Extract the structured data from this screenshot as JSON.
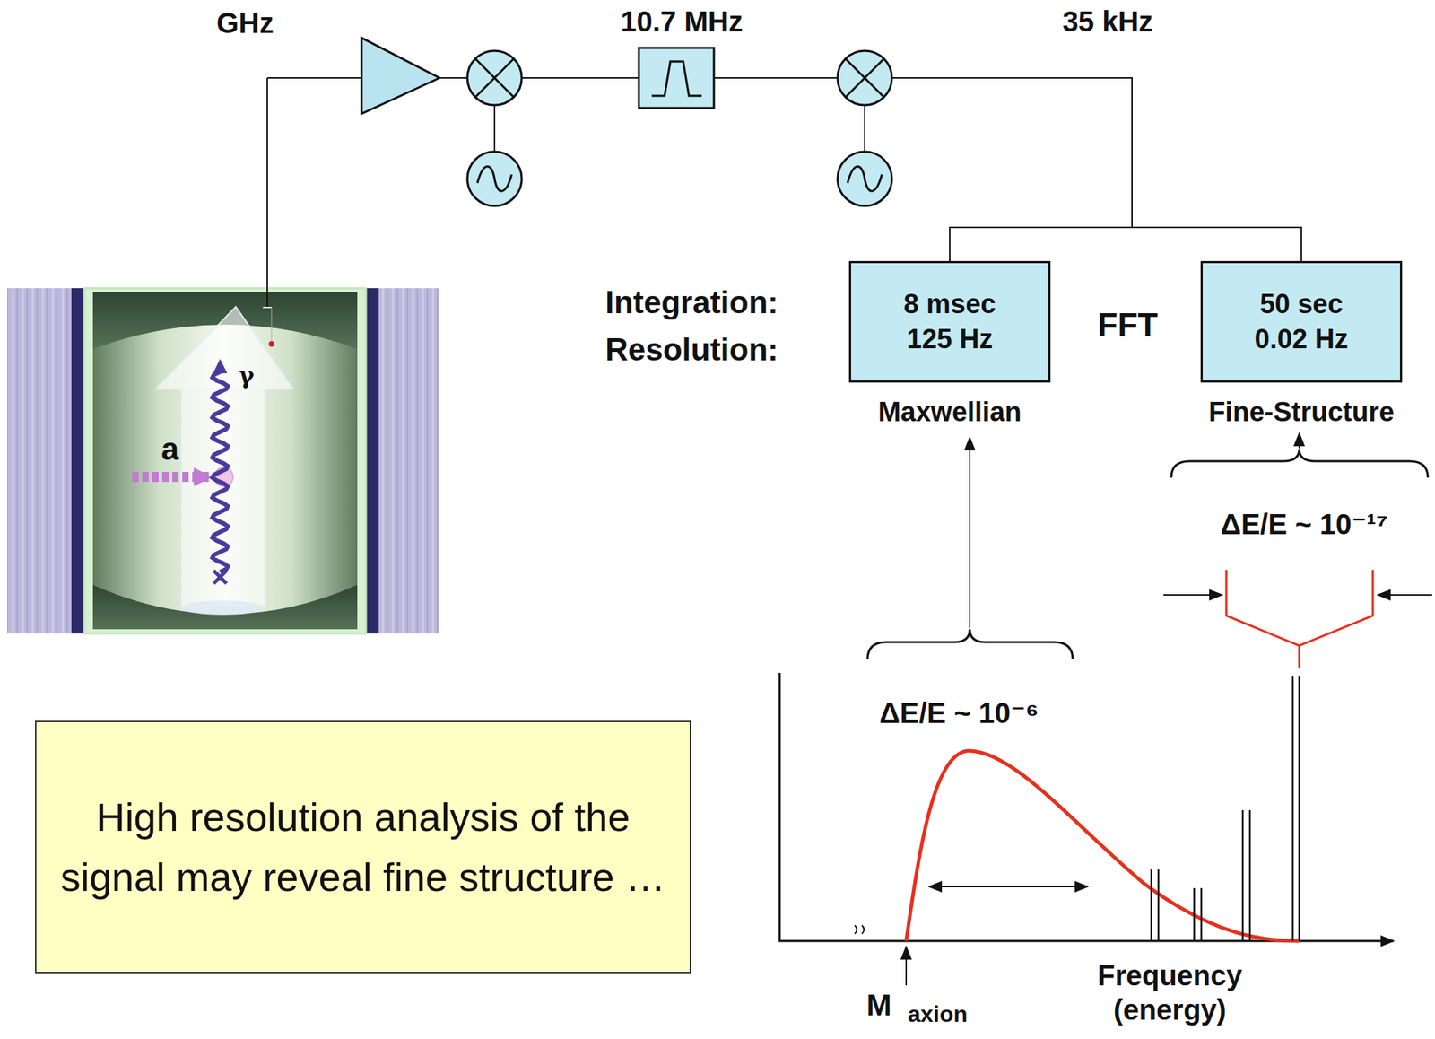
{
  "diagram": {
    "nodes": [
      {
        "text": [
          "8 msec",
          "125 Hz",
          "Maxwellian"
        ]
      },
      {
        "text": [
          "50 sec",
          "0.02 Hz",
          "Fine-Structure"
        ]
      },
      {
        "text": [
          "High resolution analysis of the signal may reveal fine structure …"
        ]
      }
    ],
    "labels": [
      "GHz",
      "10.7 MHz",
      "35 kHz",
      "Integration:",
      "Resolution:",
      "FFT",
      "a",
      "γ",
      "ΔE/E ~ 10⁻¹⁷",
      "ΔE/E ~ 10⁻⁶",
      "M",
      "axion",
      "Frequency (energy)"
    ]
  }
}
